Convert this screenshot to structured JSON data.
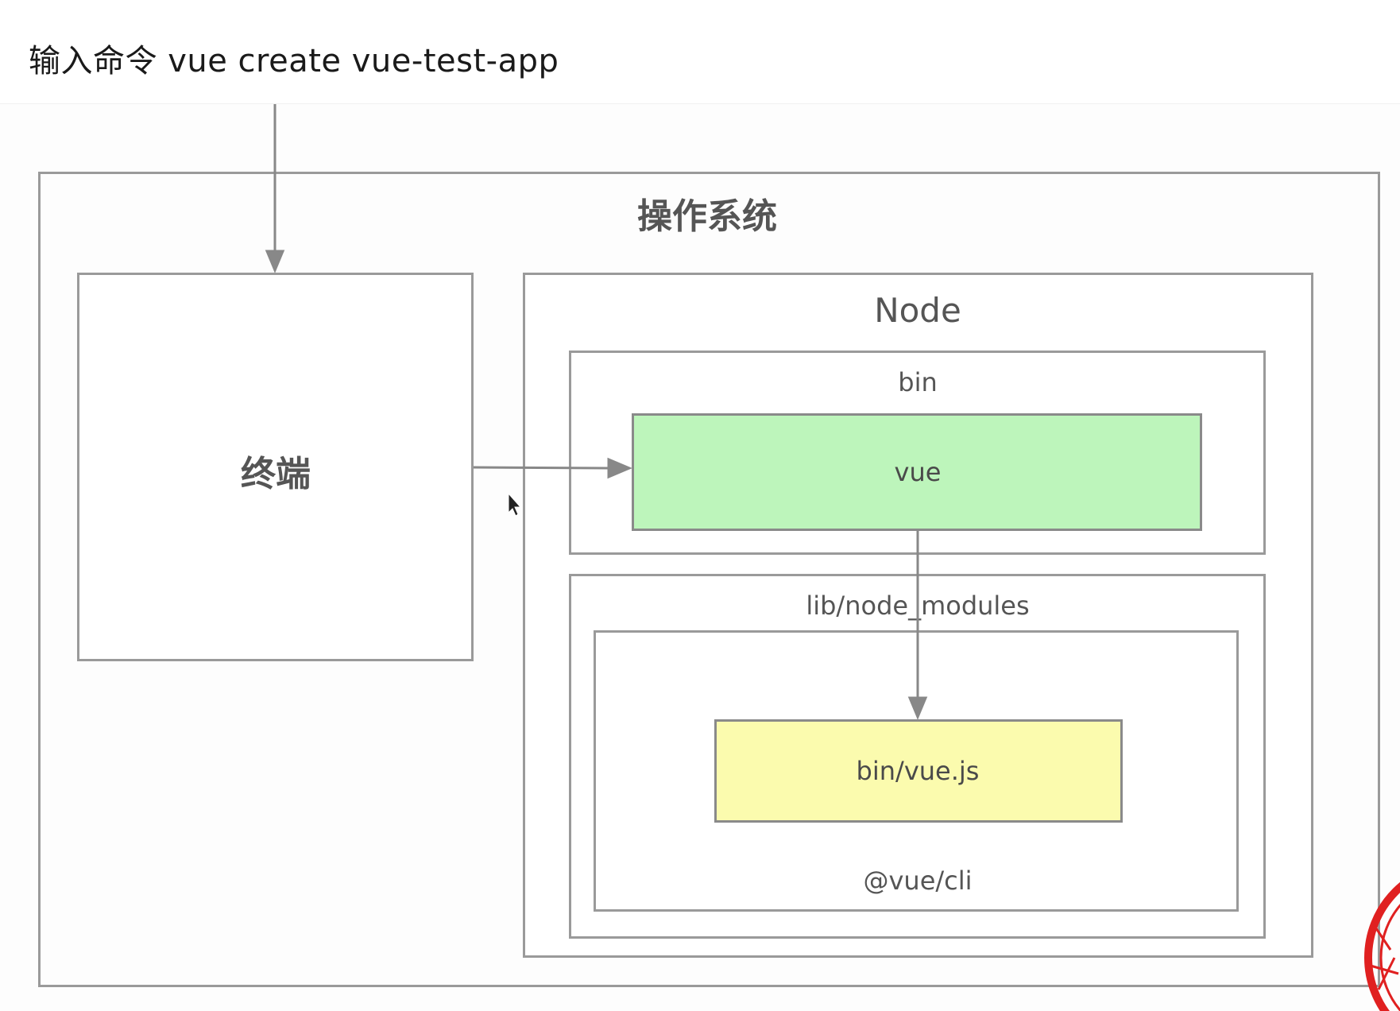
{
  "header": {
    "command_text": "输入命令 vue create vue-test-app"
  },
  "diagram": {
    "os_label": "操作系统",
    "terminal_label": "终端",
    "node_label": "Node",
    "bin_label": "bin",
    "vue_label": "vue",
    "lib_label": "lib/node_modules",
    "binvue_label": "bin/vue.js",
    "cli_label": "@vue/cli"
  },
  "colors": {
    "vue_fill": "#bdf5bb",
    "binvue_fill": "#fbfbae",
    "stroke": "#9a9a9a",
    "stamp": "#e02020"
  },
  "icons": [
    "mouse-cursor-icon",
    "seal-stamp-icon"
  ]
}
